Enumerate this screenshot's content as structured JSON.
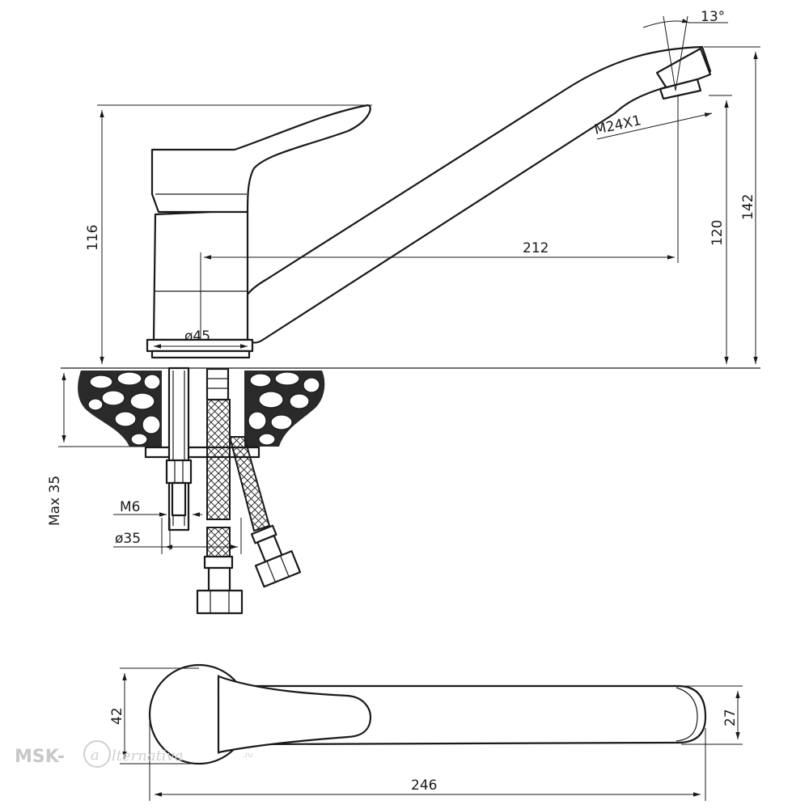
{
  "dimensions": {
    "angle": "13°",
    "thread_outlet": "M24X1",
    "height_handle": "116",
    "height_outlet": "120",
    "height_total": "142",
    "reach": "212",
    "base_diameter": "ø45",
    "max_deck": "Max 35",
    "stud_thread": "M6",
    "hole_diameter": "ø35",
    "plan_width": "42",
    "plan_spout_width": "27",
    "plan_length": "246"
  },
  "watermark": {
    "brand": "MSK-",
    "logo_letter": "a",
    "script": "lternativa",
    "suffix": ".ru"
  }
}
